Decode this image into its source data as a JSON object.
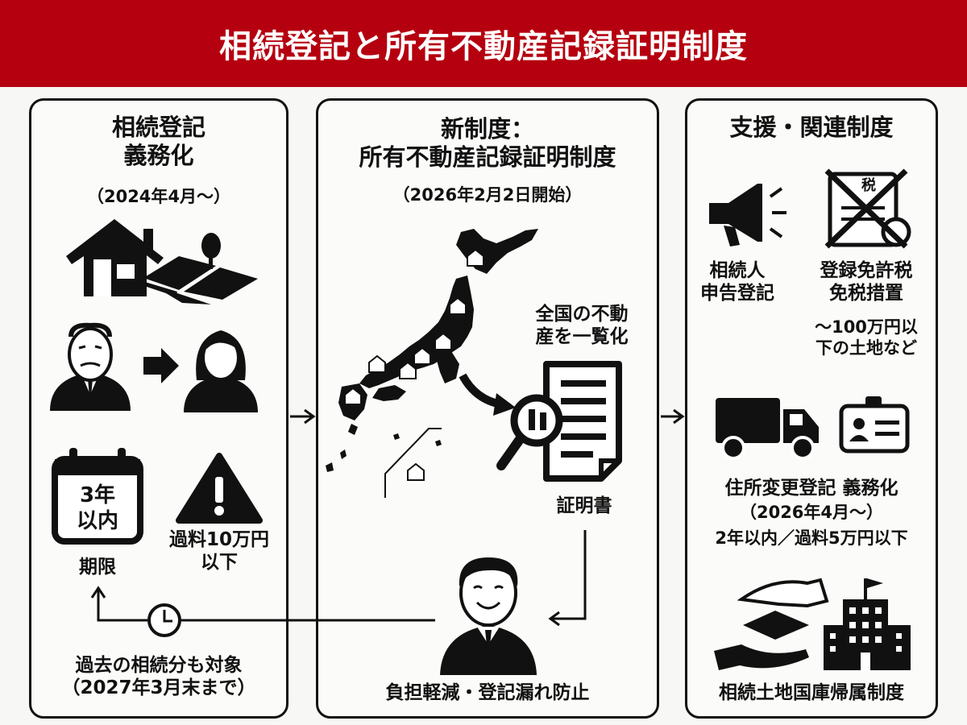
{
  "header": {
    "title": "相続登記と所有不動産記録証明制度"
  },
  "left": {
    "title_l1": "相続登記",
    "title_l2": "義務化",
    "date": "（2024年4月〜）",
    "calendar_l1": "3年",
    "calendar_l2": "以内",
    "deadline_label": "期限",
    "penalty_l1": "過料10万円",
    "penalty_l2": "以下",
    "past_l1": "過去の相続分も対象",
    "past_l2": "（2027年3月末まで）"
  },
  "middle": {
    "title_l1": "新制度：",
    "title_l2": "所有不動産記録証明制度",
    "date": "（2026年2月2日開始）",
    "list_l1": "全国の不動",
    "list_l2": "産を一覧化",
    "certificate_label": "証明書",
    "benefit": "負担軽減・登記漏れ防止"
  },
  "right": {
    "title": "支援・関連制度",
    "item1_l1": "相続人",
    "item1_l2": "申告登記",
    "tax_badge": "税",
    "item2_l1": "登録免許税",
    "item2_l2": "免税措置",
    "item2_note_l1": "〜100万円以",
    "item2_note_l2": "下の土地など",
    "address_title": "住所変更登記 義務化",
    "address_date": "（2026年4月〜）",
    "address_note": "2年以内／過料5万円以下",
    "land_system": "相続土地国庫帰属制度"
  }
}
